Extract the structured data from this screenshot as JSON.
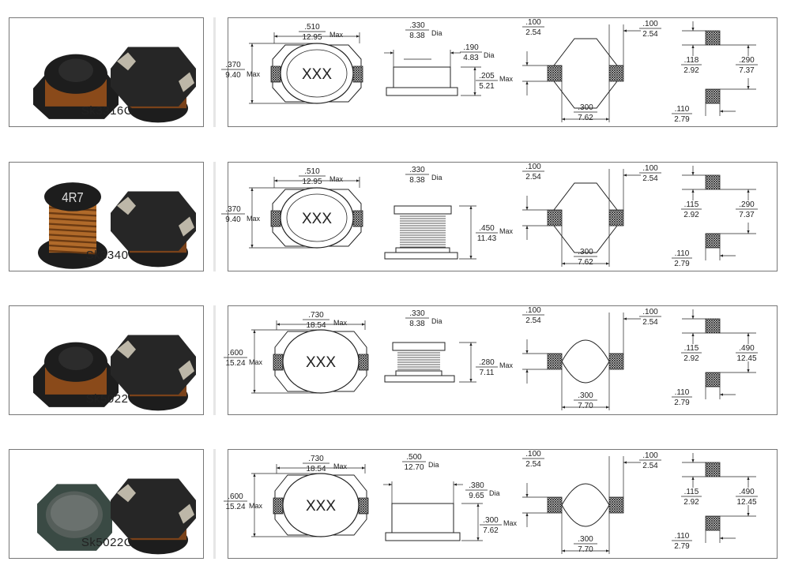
{
  "products": [
    {
      "name": "Sk3316C",
      "marking": "",
      "top": {
        "w_in": ".510",
        "w_mm": "12.95",
        "w_suffix": "Max",
        "h_in": ".370",
        "h_mm": "9.40",
        "h_suffix": "Max",
        "code": "XXX"
      },
      "side": {
        "d1_in": ".330",
        "d1_mm": "8.38",
        "d1_suffix": "Dia",
        "d2_in": ".190",
        "d2_mm": "4.83",
        "d2_suffix": "Dia",
        "h_in": ".205",
        "h_mm": "5.21",
        "h_suffix": "Max"
      },
      "pads": {
        "a_in": ".100",
        "a_mm": "2.54",
        "b_in": ".100",
        "b_mm": "2.54",
        "c_in": ".300",
        "c_mm": "7.62"
      },
      "land": {
        "p_in": ".118",
        "p_mm": "2.92",
        "q_in": ".290",
        "q_mm": "7.37",
        "r_in": ".110",
        "r_mm": "2.79"
      }
    },
    {
      "name": "Sk3340",
      "marking": "4R7",
      "top": {
        "w_in": ".510",
        "w_mm": "12.95",
        "w_suffix": "Max",
        "h_in": ".370",
        "h_mm": "9.40",
        "h_suffix": "Max",
        "code": "XXX"
      },
      "side": {
        "d1_in": ".330",
        "d1_mm": "8.38",
        "d1_suffix": "Dia",
        "h_in": ".450",
        "h_mm": "11.43",
        "h_suffix": "Max"
      },
      "pads": {
        "a_in": ".100",
        "a_mm": "2.54",
        "b_in": ".100",
        "b_mm": "2.54",
        "c_in": ".300",
        "c_mm": "7.62"
      },
      "land": {
        "p_in": ".115",
        "p_mm": "2.92",
        "q_in": ".290",
        "q_mm": "7.37",
        "r_in": ".110",
        "r_mm": "2.79"
      }
    },
    {
      "name": "Sk5022",
      "marking": "",
      "top": {
        "w_in": ".730",
        "w_mm": "18.54",
        "w_suffix": "Max",
        "h_in": ".600",
        "h_mm": "15.24",
        "h_suffix": "Max",
        "code": "XXX"
      },
      "side": {
        "d1_in": ".330",
        "d1_mm": "8.38",
        "d1_suffix": "Dia",
        "h_in": ".280",
        "h_mm": "7.11",
        "h_suffix": "Max"
      },
      "pads": {
        "a_in": ".100",
        "a_mm": "2.54",
        "b_in": ".100",
        "b_mm": "2.54",
        "c_in": ".300",
        "c_mm": "7.70"
      },
      "land": {
        "p_in": ".115",
        "p_mm": "2.92",
        "q_in": ".490",
        "q_mm": "12.45",
        "r_in": ".110",
        "r_mm": "2.79"
      }
    },
    {
      "name": "Sk5022C",
      "marking": "",
      "top": {
        "w_in": ".730",
        "w_mm": "18.54",
        "w_suffix": "Max",
        "h_in": ".600",
        "h_mm": "15.24",
        "h_suffix": "Max",
        "code": "XXX"
      },
      "side": {
        "d1_in": ".500",
        "d1_mm": "12.70",
        "d1_suffix": "Dia",
        "d2_in": ".380",
        "d2_mm": "9.65",
        "d2_suffix": "Dia",
        "h_in": ".300",
        "h_mm": "7.62",
        "h_suffix": "Max"
      },
      "pads": {
        "a_in": ".100",
        "a_mm": "2.54",
        "b_in": ".100",
        "b_mm": "2.54",
        "c_in": ".300",
        "c_mm": "7.70"
      },
      "land": {
        "p_in": ".115",
        "p_mm": "2.92",
        "q_in": ".490",
        "q_mm": "12.45",
        "r_in": ".110",
        "r_mm": "2.79"
      }
    }
  ]
}
